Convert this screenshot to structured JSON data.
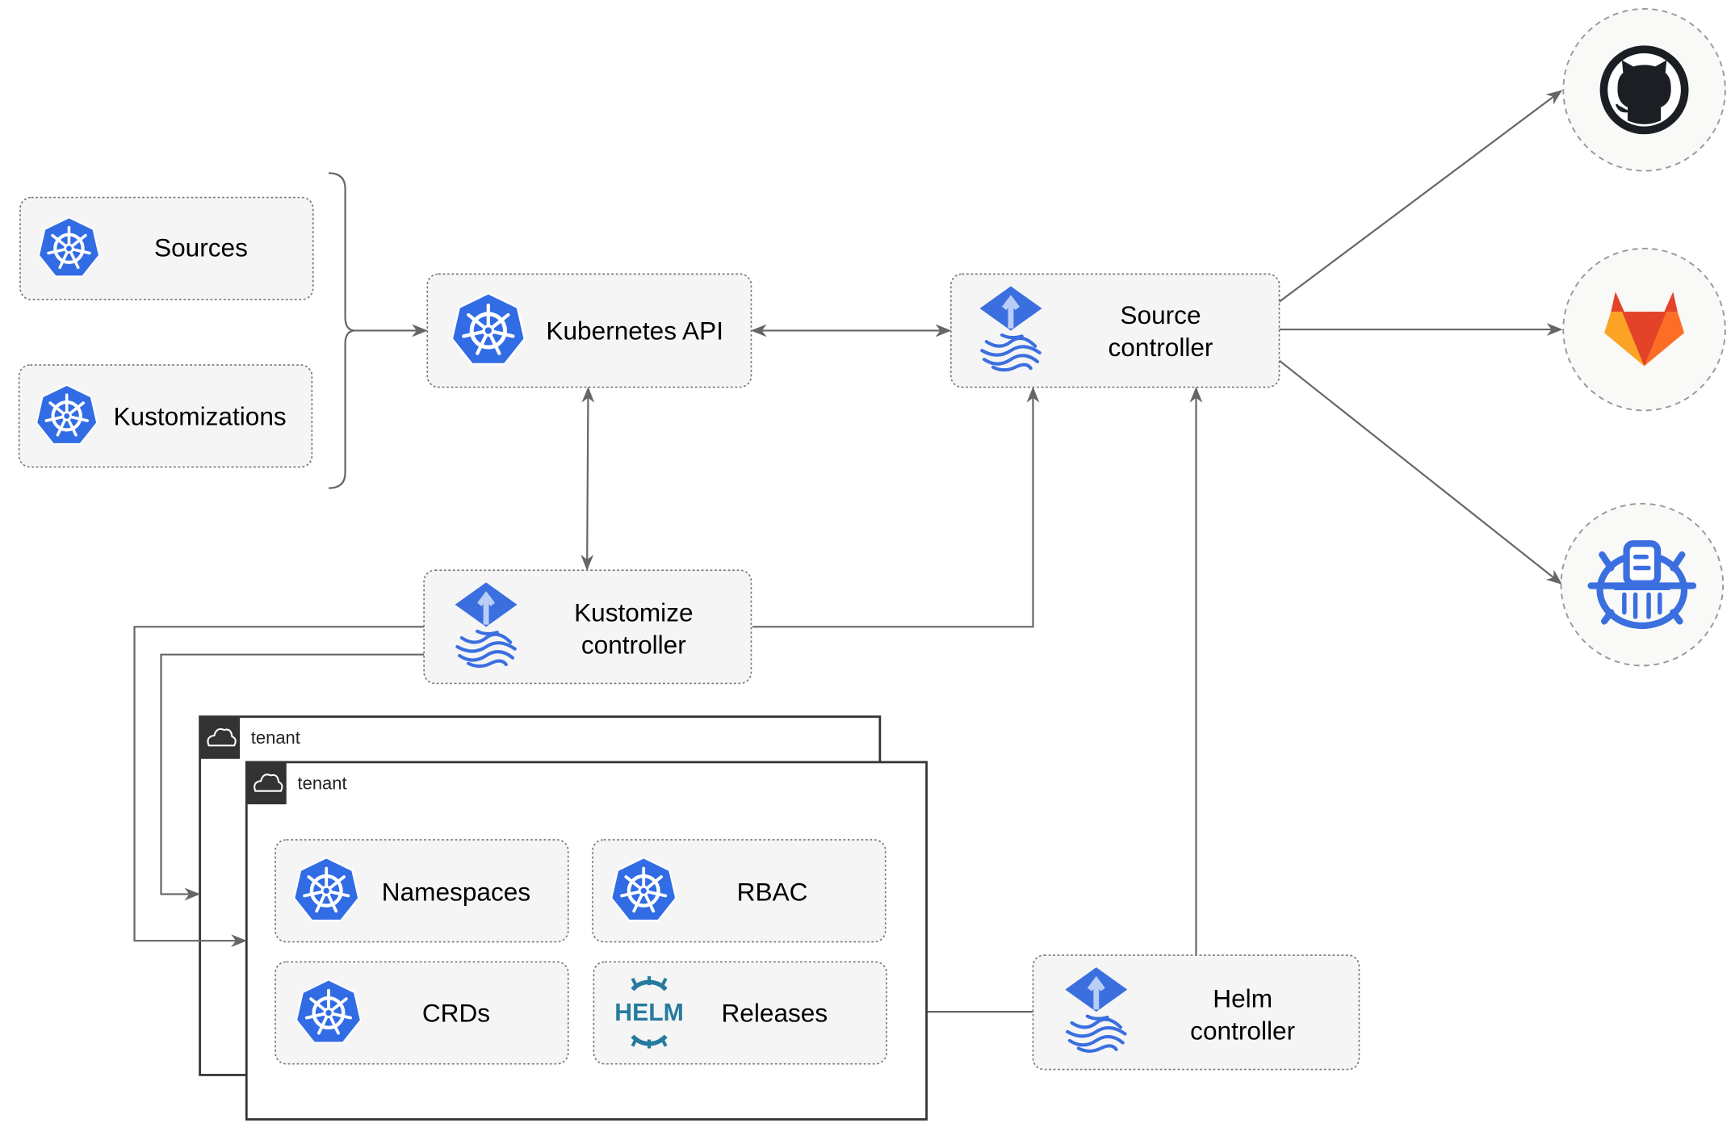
{
  "nodes": {
    "sources": "Sources",
    "kustomizations": "Kustomizations",
    "kubernetes_api": "Kubernetes API",
    "source_controller": [
      "Source",
      "controller"
    ],
    "kustomize_controller": [
      "Kustomize",
      "controller"
    ],
    "helm_controller": [
      "Helm",
      "controller"
    ],
    "namespaces": "Namespaces",
    "rbac": "RBAC",
    "crds": "CRDs",
    "releases": "Releases"
  },
  "tenants": [
    "tenant",
    "tenant"
  ],
  "logos": {
    "helm_wordmark": "HELM"
  },
  "external_sources": [
    "github-icon",
    "gitlab-icon",
    "bucket-icon"
  ],
  "colors": {
    "kubernetes_blue": "#326ce5",
    "flux_blue": "#3b6fe0",
    "helm_teal": "#277a9f",
    "gitlab_orange": "#e24329",
    "edge_gray": "#666666",
    "node_fill": "#f5f5f5"
  }
}
